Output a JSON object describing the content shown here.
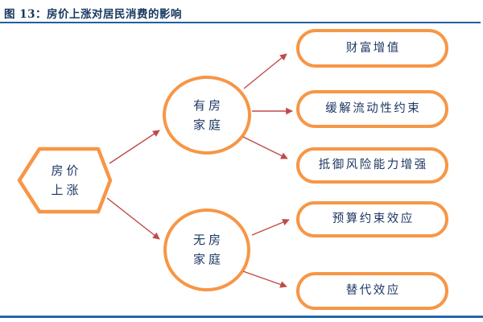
{
  "figure": {
    "title": "图 13：房价上涨对居民消费的影响"
  },
  "diagram": {
    "source_node": {
      "label_line1": "房价",
      "label_line2": "上涨"
    },
    "group_nodes": {
      "homeowner": {
        "label_line1": "有房",
        "label_line2": "家庭"
      },
      "non_homeowner": {
        "label_line1": "无房",
        "label_line2": "家庭"
      }
    },
    "effect_nodes": [
      {
        "label": "财富增值"
      },
      {
        "label": "缓解流动性约束"
      },
      {
        "label": "抵御风险能力增强"
      },
      {
        "label": "预算约束效应"
      },
      {
        "label": "替代效应"
      }
    ],
    "edges": [
      {
        "from": "房价上涨",
        "to": "有房家庭"
      },
      {
        "from": "房价上涨",
        "to": "无房家庭"
      },
      {
        "from": "有房家庭",
        "to": "财富增值"
      },
      {
        "from": "有房家庭",
        "to": "缓解流动性约束"
      },
      {
        "from": "有房家庭",
        "to": "抵御风险能力增强"
      },
      {
        "from": "无房家庭",
        "to": "预算约束效应"
      },
      {
        "from": "无房家庭",
        "to": "替代效应"
      }
    ],
    "colors": {
      "node_border": "#F79646",
      "arrow": "#BE4B48",
      "node_text": "#1F3864",
      "title_text": "#17375E",
      "rule_blue": "#2565AE"
    }
  }
}
